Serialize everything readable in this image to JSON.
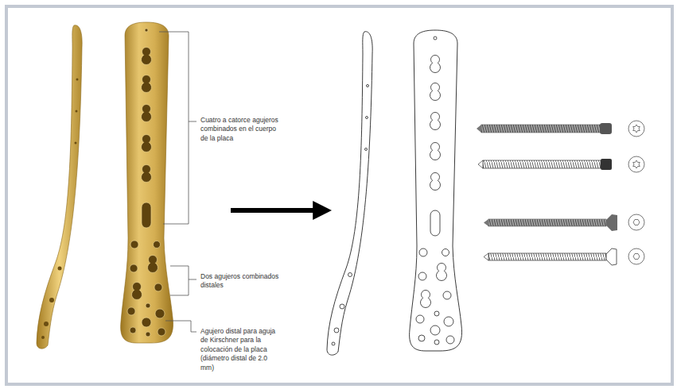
{
  "diagram": {
    "labels": [
      "Cuatro a catorce agujeros combinados en el cuerpo de la placa",
      "Dos agujeros combinados distales",
      "Agujero distal para aguja de Kirschner para la colocación de la placa (diámetro distal de 2.0 mm)"
    ]
  }
}
